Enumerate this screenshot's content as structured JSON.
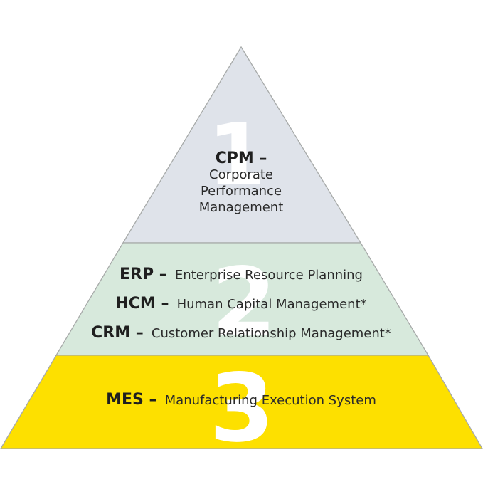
{
  "colors": {
    "tier1_fill": "#dfe3ea",
    "tier2_fill": "#d7e9dc",
    "tier3_fill": "#fde000",
    "outline": "#a7aaa9",
    "number": "#ffffff",
    "text": "#1f1f1f"
  },
  "tiers": [
    {
      "number": "1",
      "lines": [
        {
          "abbr": "CPM –",
          "desc": ""
        },
        {
          "abbr": "",
          "desc": "Corporate"
        },
        {
          "abbr": "",
          "desc": "Performance"
        },
        {
          "abbr": "",
          "desc": "Management"
        }
      ]
    },
    {
      "number": "2",
      "lines": [
        {
          "abbr": "ERP –",
          "desc": "Enterprise Resource Planning"
        },
        {
          "abbr": "HCM –",
          "desc": "Human Capital Management*"
        },
        {
          "abbr": "CRM –",
          "desc": "Customer Relationship Management*"
        }
      ]
    },
    {
      "number": "3",
      "lines": [
        {
          "abbr": "MES –",
          "desc": "Manufacturing Execution System"
        }
      ]
    }
  ]
}
